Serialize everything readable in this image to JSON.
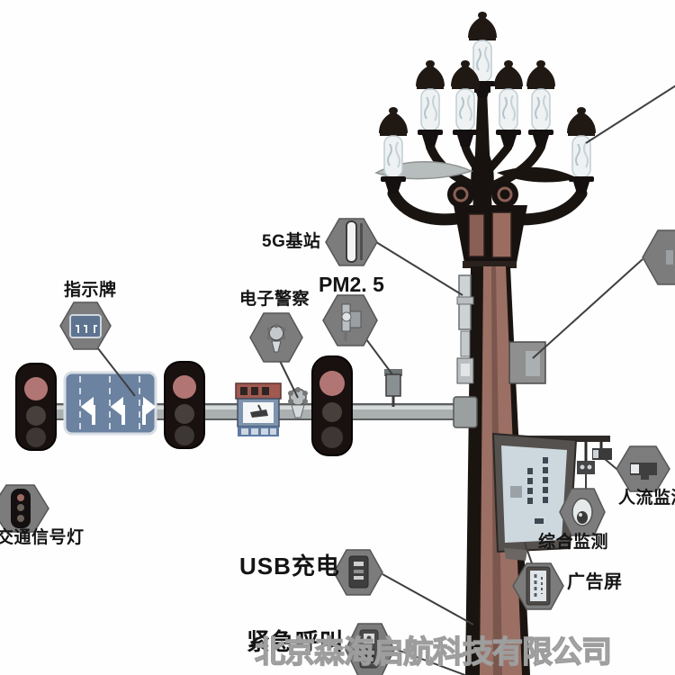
{
  "page": {
    "background": "#fefefe",
    "subject": "smart multifunction streetlight pole annotated diagram"
  },
  "watermark": {
    "text": "北京森海启航科技有限公司"
  },
  "annotations": {
    "g5_base_station": {
      "label": "5G基站"
    },
    "pm25": {
      "label": "PM2. 5"
    },
    "sign_board": {
      "label": "指示牌"
    },
    "electronic_police": {
      "label": "电子警察"
    },
    "traffic_signal_light": {
      "label": "交通信号灯"
    },
    "usb_charging": {
      "label": "USB充电"
    },
    "emergency_call": {
      "label": "紧急呼叫"
    },
    "people_flow_monitoring": {
      "label": "人流监测"
    },
    "integrated_monitoring": {
      "label": "综合监测"
    },
    "ad_screen": {
      "label": "广告屏"
    }
  },
  "icons": {
    "sign-board-icon": "mini blue direction sign with white arrows",
    "electronic-police-icon": "surveillance camera wheel",
    "pm25-icon": "air quality sensor",
    "g5-base-station-icon": "white antenna panel bar",
    "traffic-signal-icon": "vertical 3-light traffic signal",
    "usb-charging-icon": "usb charging port",
    "emergency-call-icon": "emergency call button unit",
    "people-flow-icon": "cctv box camera",
    "integrated-monitoring-icon": "dome monitoring camera",
    "ad-screen-icon": "vertical advertising display",
    "partial-device-icon": "clipped hexagon at right edge"
  },
  "colors": {
    "hexagon": "#7c7c7c",
    "pole_brown": "#9b6f63",
    "pole_dark": "#1a1410",
    "arm_gray": "#aab0b0",
    "sign_blue": "#6b82a0",
    "lamp_white": "#eef2f3",
    "red_lens": "#b17673",
    "annotation_line": "#3f3f3f",
    "watermark_gray": "#9d9d9d"
  }
}
